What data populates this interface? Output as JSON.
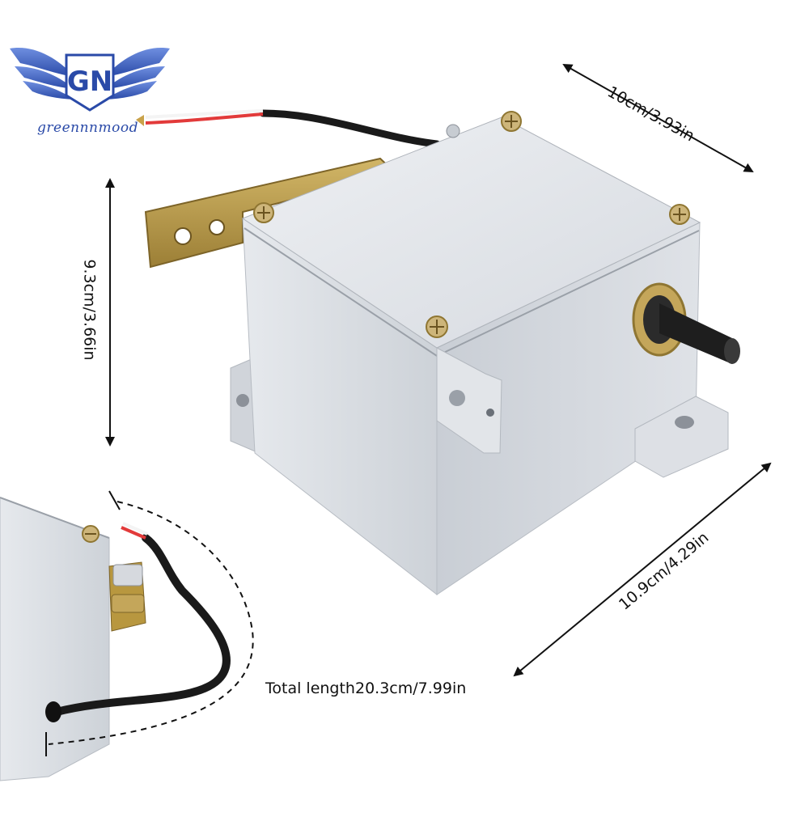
{
  "brand": {
    "monogram": "GN",
    "name": "greennnmood",
    "color": "#2a4aa8"
  },
  "dimensions": {
    "width": "10cm/3.93in",
    "height": "9.3cm/3.66in",
    "depth": "10.9cm/4.29in",
    "cable": "Total length20.3cm/7.99in"
  },
  "colors": {
    "housing": "#d9dde3",
    "lever": "#b79a4a",
    "cable": "#1a1a1a"
  }
}
